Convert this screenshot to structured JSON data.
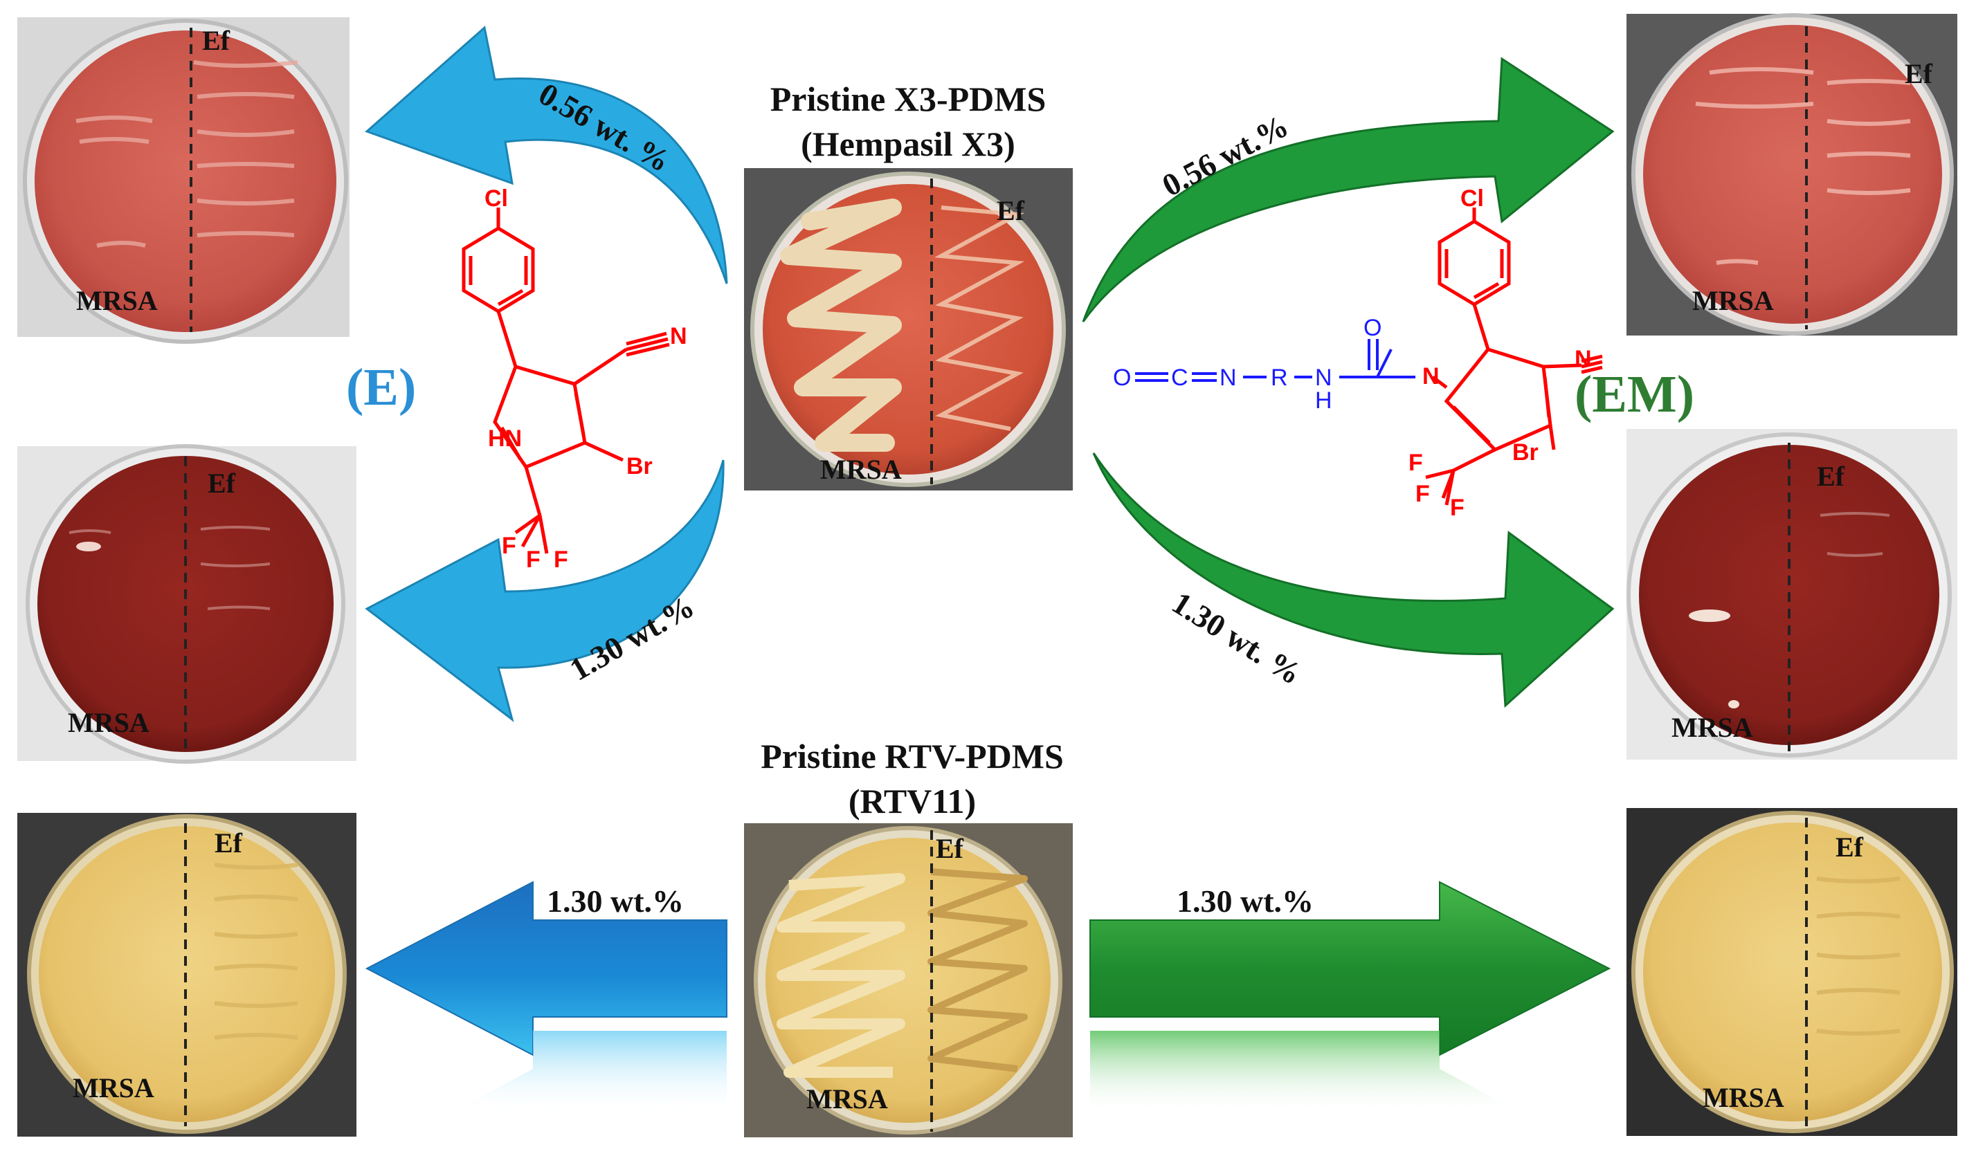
{
  "center_top": {
    "title_line1": "Pristine X3-PDMS",
    "title_line2": "(Hempasil X3)"
  },
  "center_bottom": {
    "title_line1": "Pristine RTV-PDMS",
    "title_line2": "(RTV11)"
  },
  "plate_labels": {
    "top_label": "Ef",
    "bottom_label": "MRSA"
  },
  "arrows": {
    "top_left": "0.56 wt. %",
    "top_right": "0.56 wt.%",
    "mid_left": "1.30 wt.%",
    "mid_right": "1.30 wt. %",
    "bottom_left": "1.30 wt.%",
    "bottom_right": "1.30 wt.%"
  },
  "compound_E": {
    "label": "(E)",
    "atoms": {
      "cl": "Cl",
      "n": "N",
      "hn": "HN",
      "br": "Br",
      "f": "F"
    }
  },
  "compound_EM": {
    "label": "(EM)",
    "atoms": {
      "cl": "Cl",
      "n": "N",
      "n_ring": "N",
      "br": "Br",
      "f": "F",
      "o": "O",
      "o_left": "O",
      "c": "C",
      "n_chain": "N",
      "r": "R",
      "nh_n": "N",
      "nh_h": "H"
    }
  },
  "colors": {
    "blue_arrow": "#29abe2",
    "green_arrow": "#1f9a3a",
    "label_E": "#2b8fd6",
    "label_EM": "#2e7d32",
    "molecule_red": "#ff0000",
    "molecule_blue": "#1a1aff",
    "agar_red": "#c0504a",
    "agar_dark_red": "#8c1f1c",
    "agar_yellow": "#e8c770"
  }
}
